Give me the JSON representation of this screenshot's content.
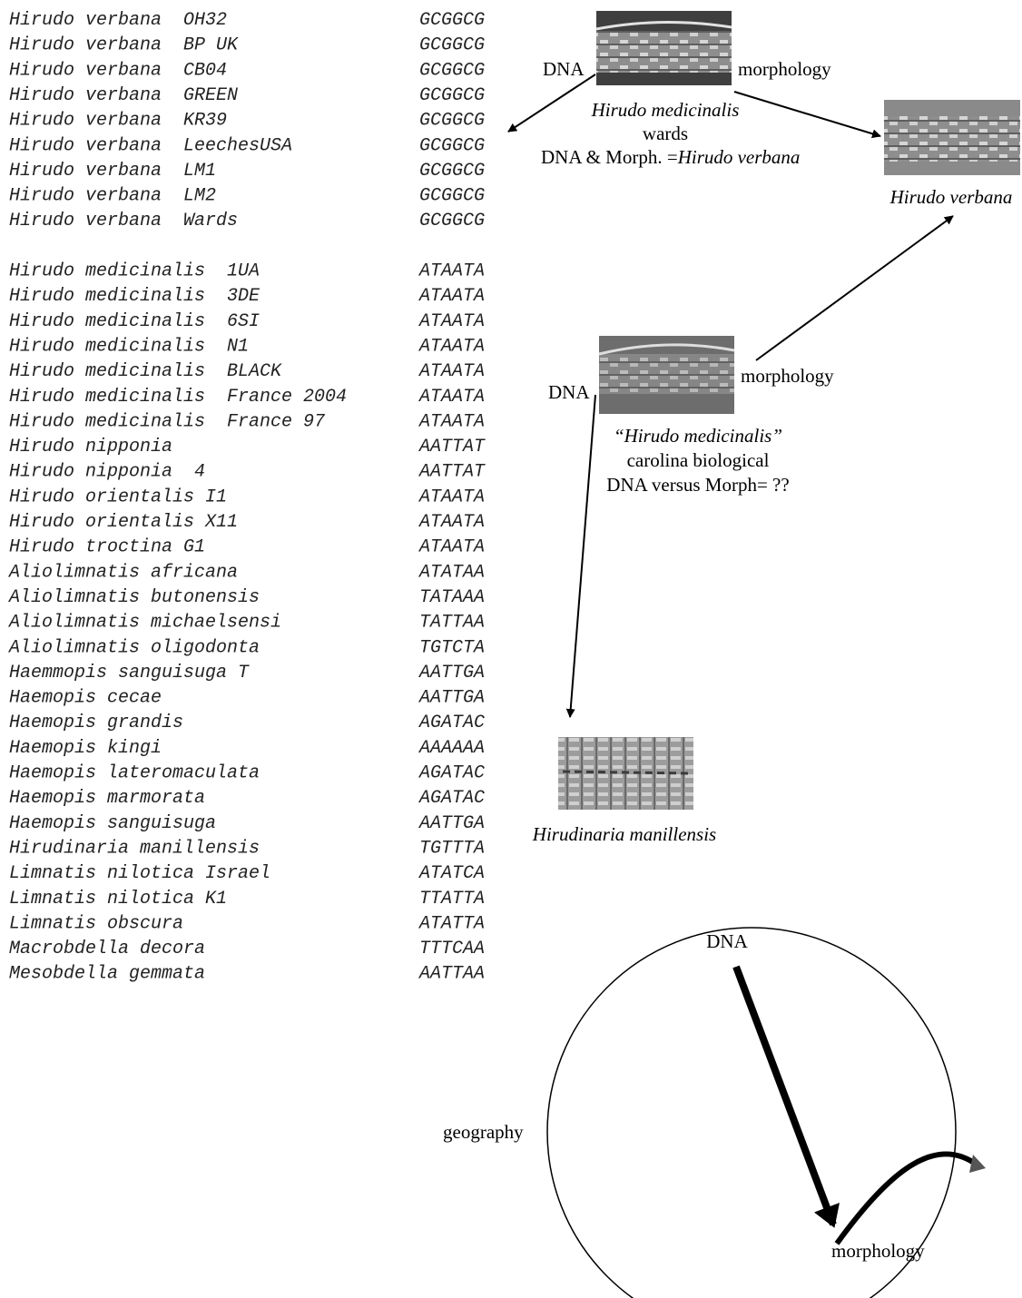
{
  "sequence_table": {
    "groups": [
      {
        "rows": [
          {
            "taxon": "Hirudo verbana",
            "strain": "OH32",
            "sequence": "GCGGCG"
          },
          {
            "taxon": "Hirudo verbana",
            "strain": "BP UK",
            "sequence": "GCGGCG"
          },
          {
            "taxon": "Hirudo verbana",
            "strain": "CB04",
            "sequence": "GCGGCG"
          },
          {
            "taxon": "Hirudo verbana",
            "strain": "GREEN",
            "sequence": "GCGGCG"
          },
          {
            "taxon": "Hirudo verbana",
            "strain": "KR39",
            "sequence": "GCGGCG"
          },
          {
            "taxon": "Hirudo verbana",
            "strain": "LeechesUSA",
            "sequence": "GCGGCG"
          },
          {
            "taxon": "Hirudo verbana",
            "strain": "LM1",
            "sequence": "GCGGCG"
          },
          {
            "taxon": "Hirudo verbana",
            "strain": "LM2",
            "sequence": "GCGGCG"
          },
          {
            "taxon": "Hirudo verbana",
            "strain": "Wards",
            "sequence": "GCGGCG"
          }
        ]
      },
      {
        "rows": [
          {
            "taxon": "Hirudo medicinalis",
            "strain": "1UA",
            "sequence": "ATAATA"
          },
          {
            "taxon": "Hirudo medicinalis",
            "strain": "3DE",
            "sequence": "ATAATA"
          },
          {
            "taxon": "Hirudo medicinalis",
            "strain": "6SI",
            "sequence": "ATAATA"
          },
          {
            "taxon": "Hirudo medicinalis",
            "strain": "N1",
            "sequence": "ATAATA"
          },
          {
            "taxon": "Hirudo medicinalis",
            "strain": "BLACK",
            "sequence": "ATAATA"
          },
          {
            "taxon": "Hirudo medicinalis",
            "strain": "France 2004",
            "sequence": "ATAATA"
          },
          {
            "taxon": "Hirudo medicinalis",
            "strain": "France 97",
            "sequence": "ATAATA"
          },
          {
            "taxon": "Hirudo nipponia",
            "strain": "",
            "sequence": "AATTAT"
          },
          {
            "taxon": "Hirudo nipponia",
            "strain": "4",
            "sequence": "AATTAT"
          },
          {
            "taxon": "Hirudo orientalis I1",
            "strain": "",
            "sequence": "ATAATA"
          },
          {
            "taxon": "Hirudo orientalis X11",
            "strain": "",
            "sequence": "ATAATA"
          },
          {
            "taxon": "Hirudo troctina G1",
            "strain": "",
            "sequence": "ATAATA"
          },
          {
            "taxon": "Aliolimnatis africana",
            "strain": "",
            "sequence": "ATATAA"
          },
          {
            "taxon": "Aliolimnatis butonensis",
            "strain": "",
            "sequence": "TATAAA"
          },
          {
            "taxon": "Aliolimnatis michaelsensi",
            "strain": "",
            "sequence": "TATTAA"
          },
          {
            "taxon": "Aliolimnatis oligodonta",
            "strain": "",
            "sequence": "TGTCTA"
          },
          {
            "taxon": "Haemmopis sanguisuga T",
            "strain": "",
            "sequence": "AATTGA"
          },
          {
            "taxon": "Haemopis cecae",
            "strain": "",
            "sequence": "AATTGA"
          },
          {
            "taxon": "Haemopis grandis",
            "strain": "",
            "sequence": "AGATAC"
          },
          {
            "taxon": "Haemopis kingi",
            "strain": "",
            "sequence": "AAAAAA"
          },
          {
            "taxon": "Haemopis lateromaculata",
            "strain": "",
            "sequence": "AGATAC"
          },
          {
            "taxon": "Haemopis marmorata",
            "strain": "",
            "sequence": "AGATAC"
          },
          {
            "taxon": "Haemopis sanguisuga",
            "strain": "",
            "sequence": "AATTGA"
          },
          {
            "taxon": "Hirudinaria manillensis",
            "strain": "",
            "sequence": "TGTTTA"
          },
          {
            "taxon": "Limnatis nilotica Israel",
            "strain": "",
            "sequence": "ATATCA"
          },
          {
            "taxon": "Limnatis nilotica K1",
            "strain": "",
            "sequence": "TTATTA"
          },
          {
            "taxon": "Limnatis obscura",
            "strain": "",
            "sequence": "ATATTA"
          },
          {
            "taxon": "Macrobdella decora",
            "strain": "",
            "sequence": "TTTCAA"
          },
          {
            "taxon": "Mesobdella gemmata",
            "strain": "",
            "sequence": "AATTAA"
          }
        ]
      }
    ]
  },
  "wards_panel": {
    "left_label": "DNA",
    "right_label": "morphology",
    "caption_species": "Hirudo medicinalis",
    "caption_source": "wards",
    "caption_result_prefix": "DNA & Morph. =",
    "caption_result_species": "Hirudo verbana"
  },
  "verbana_panel": {
    "caption": "Hirudo verbana"
  },
  "carolina_panel": {
    "left_label": "DNA",
    "right_label": "morphology",
    "caption_species": "“Hirudo medicinalis”",
    "caption_source": "carolina biological",
    "caption_result": "DNA versus Morph= ??"
  },
  "manillensis_panel": {
    "caption": "Hirudinaria manillensis"
  },
  "circle_diagram": {
    "top_label": "DNA",
    "left_label": "geography",
    "bottom_label": "morphology"
  },
  "colors": {
    "line": "#000000",
    "sequence_text": "#222222",
    "photo_dark": "#555555",
    "photo_mid": "#9a9a9a",
    "photo_light": "#d8d8d8",
    "curve_arrow_head": "#555555"
  }
}
